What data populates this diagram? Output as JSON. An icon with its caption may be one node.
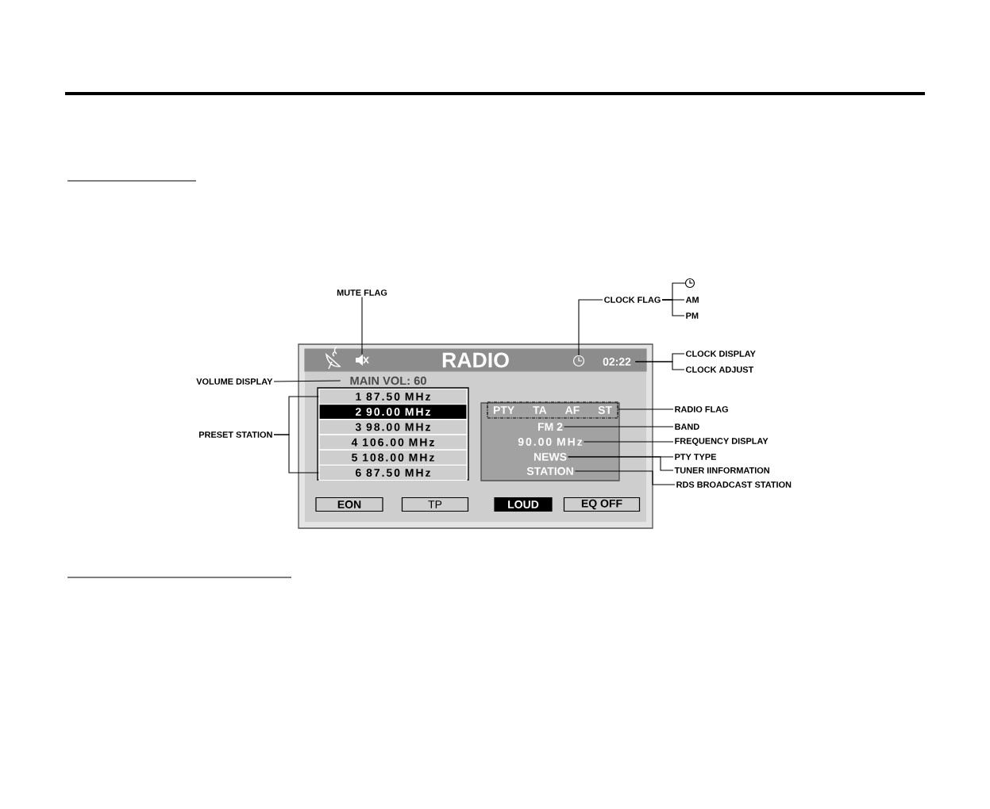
{
  "diagram": {
    "nodes": [
      {
        "text": [],
        "shape": "box"
      },
      {
        "text": [
          "RADIO"
        ],
        "in": 0
      },
      {
        "text": [],
        "shape": "speaker",
        "in": 1
      },
      {
        "text": [],
        "shape": "clock",
        "in": 1
      },
      {
        "text": [
          "02:22"
        ],
        "in": 1
      },
      {
        "text": [
          "MAIN VOL: 60"
        ],
        "in": 0
      },
      {
        "text": [],
        "shape": "box",
        "in": 0
      },
      {
        "text": [
          "1 87.50 MHz"
        ],
        "in": 6
      },
      {
        "text": [
          "2 90.00 MHz"
        ],
        "in": 6
      },
      {
        "text": [
          "3 98.00 MHz"
        ],
        "in": 6
      },
      {
        "text": [
          "4 106.00 MHz"
        ],
        "in": 6
      },
      {
        "text": [
          "5 108.00 MHz"
        ],
        "in": 6
      },
      {
        "text": [
          "6 87.50 MHz"
        ],
        "in": 6
      },
      {
        "text": [],
        "shape": "box",
        "in": 0
      },
      {
        "text": [
          "PTY",
          "TA",
          "AF",
          "ST"
        ],
        "in": 13
      },
      {
        "text": [
          "FM 2"
        ],
        "in": 13
      },
      {
        "text": [
          "90.00 MHz"
        ],
        "in": 13
      },
      {
        "text": [
          "NEWS"
        ],
        "in": 13
      },
      {
        "text": [
          "STATION"
        ],
        "in": 13
      },
      {
        "text": [
          "EON"
        ],
        "in": 0
      },
      {
        "text": [
          "TP"
        ],
        "in": 0
      },
      {
        "text": [
          "LOUD"
        ],
        "in": 0
      },
      {
        "text": [
          "EQ OFF"
        ],
        "in": 0
      },
      {
        "text": [
          "MUTE FLAG"
        ]
      },
      {
        "text": [
          "CLOCK FLAG"
        ]
      },
      {
        "text": [],
        "shape": "clock"
      },
      {
        "text": [
          "AM"
        ]
      },
      {
        "text": [
          "PM"
        ]
      },
      {
        "text": [
          "CLOCK DISPLAY"
        ]
      },
      {
        "text": [
          "CLOCK ADJUST"
        ]
      },
      {
        "text": [
          "VOLUME DISPLAY"
        ]
      },
      {
        "text": [
          "PRESET STATION"
        ]
      },
      {
        "text": [
          "RADIO FLAG"
        ]
      },
      {
        "text": [
          "BAND"
        ]
      },
      {
        "text": [
          "FREQUENCY DISPLAY"
        ]
      },
      {
        "text": [
          "PTY TYPE"
        ]
      },
      {
        "text": [
          "TUNER IINFORMATION"
        ]
      },
      {
        "text": [
          "RDS BROADCAST STATION"
        ]
      }
    ],
    "edges": [
      {
        "from": 23,
        "to": 2,
        "arrow": "none"
      },
      {
        "from": 24,
        "to": 3,
        "arrow": "none"
      },
      {
        "from": 24,
        "to": 25,
        "arrow": "none"
      },
      {
        "from": 24,
        "to": 26,
        "arrow": "none"
      },
      {
        "from": 24,
        "to": 27,
        "arrow": "none"
      },
      {
        "from": 28,
        "to": 4,
        "arrow": "none"
      },
      {
        "from": 29,
        "to": 4,
        "arrow": "none"
      },
      {
        "from": 30,
        "to": 5,
        "arrow": "none"
      },
      {
        "from": 31,
        "to": 7,
        "arrow": "none"
      },
      {
        "from": 31,
        "to": 12,
        "arrow": "none"
      },
      {
        "from": 32,
        "to": 14,
        "arrow": "none"
      },
      {
        "from": 33,
        "to": 15,
        "arrow": "none"
      },
      {
        "from": 34,
        "to": 16,
        "arrow": "none"
      },
      {
        "from": 35,
        "to": 17,
        "arrow": "none"
      },
      {
        "from": 36,
        "to": 17,
        "arrow": "none"
      },
      {
        "from": 37,
        "to": 18,
        "arrow": "none"
      }
    ]
  }
}
